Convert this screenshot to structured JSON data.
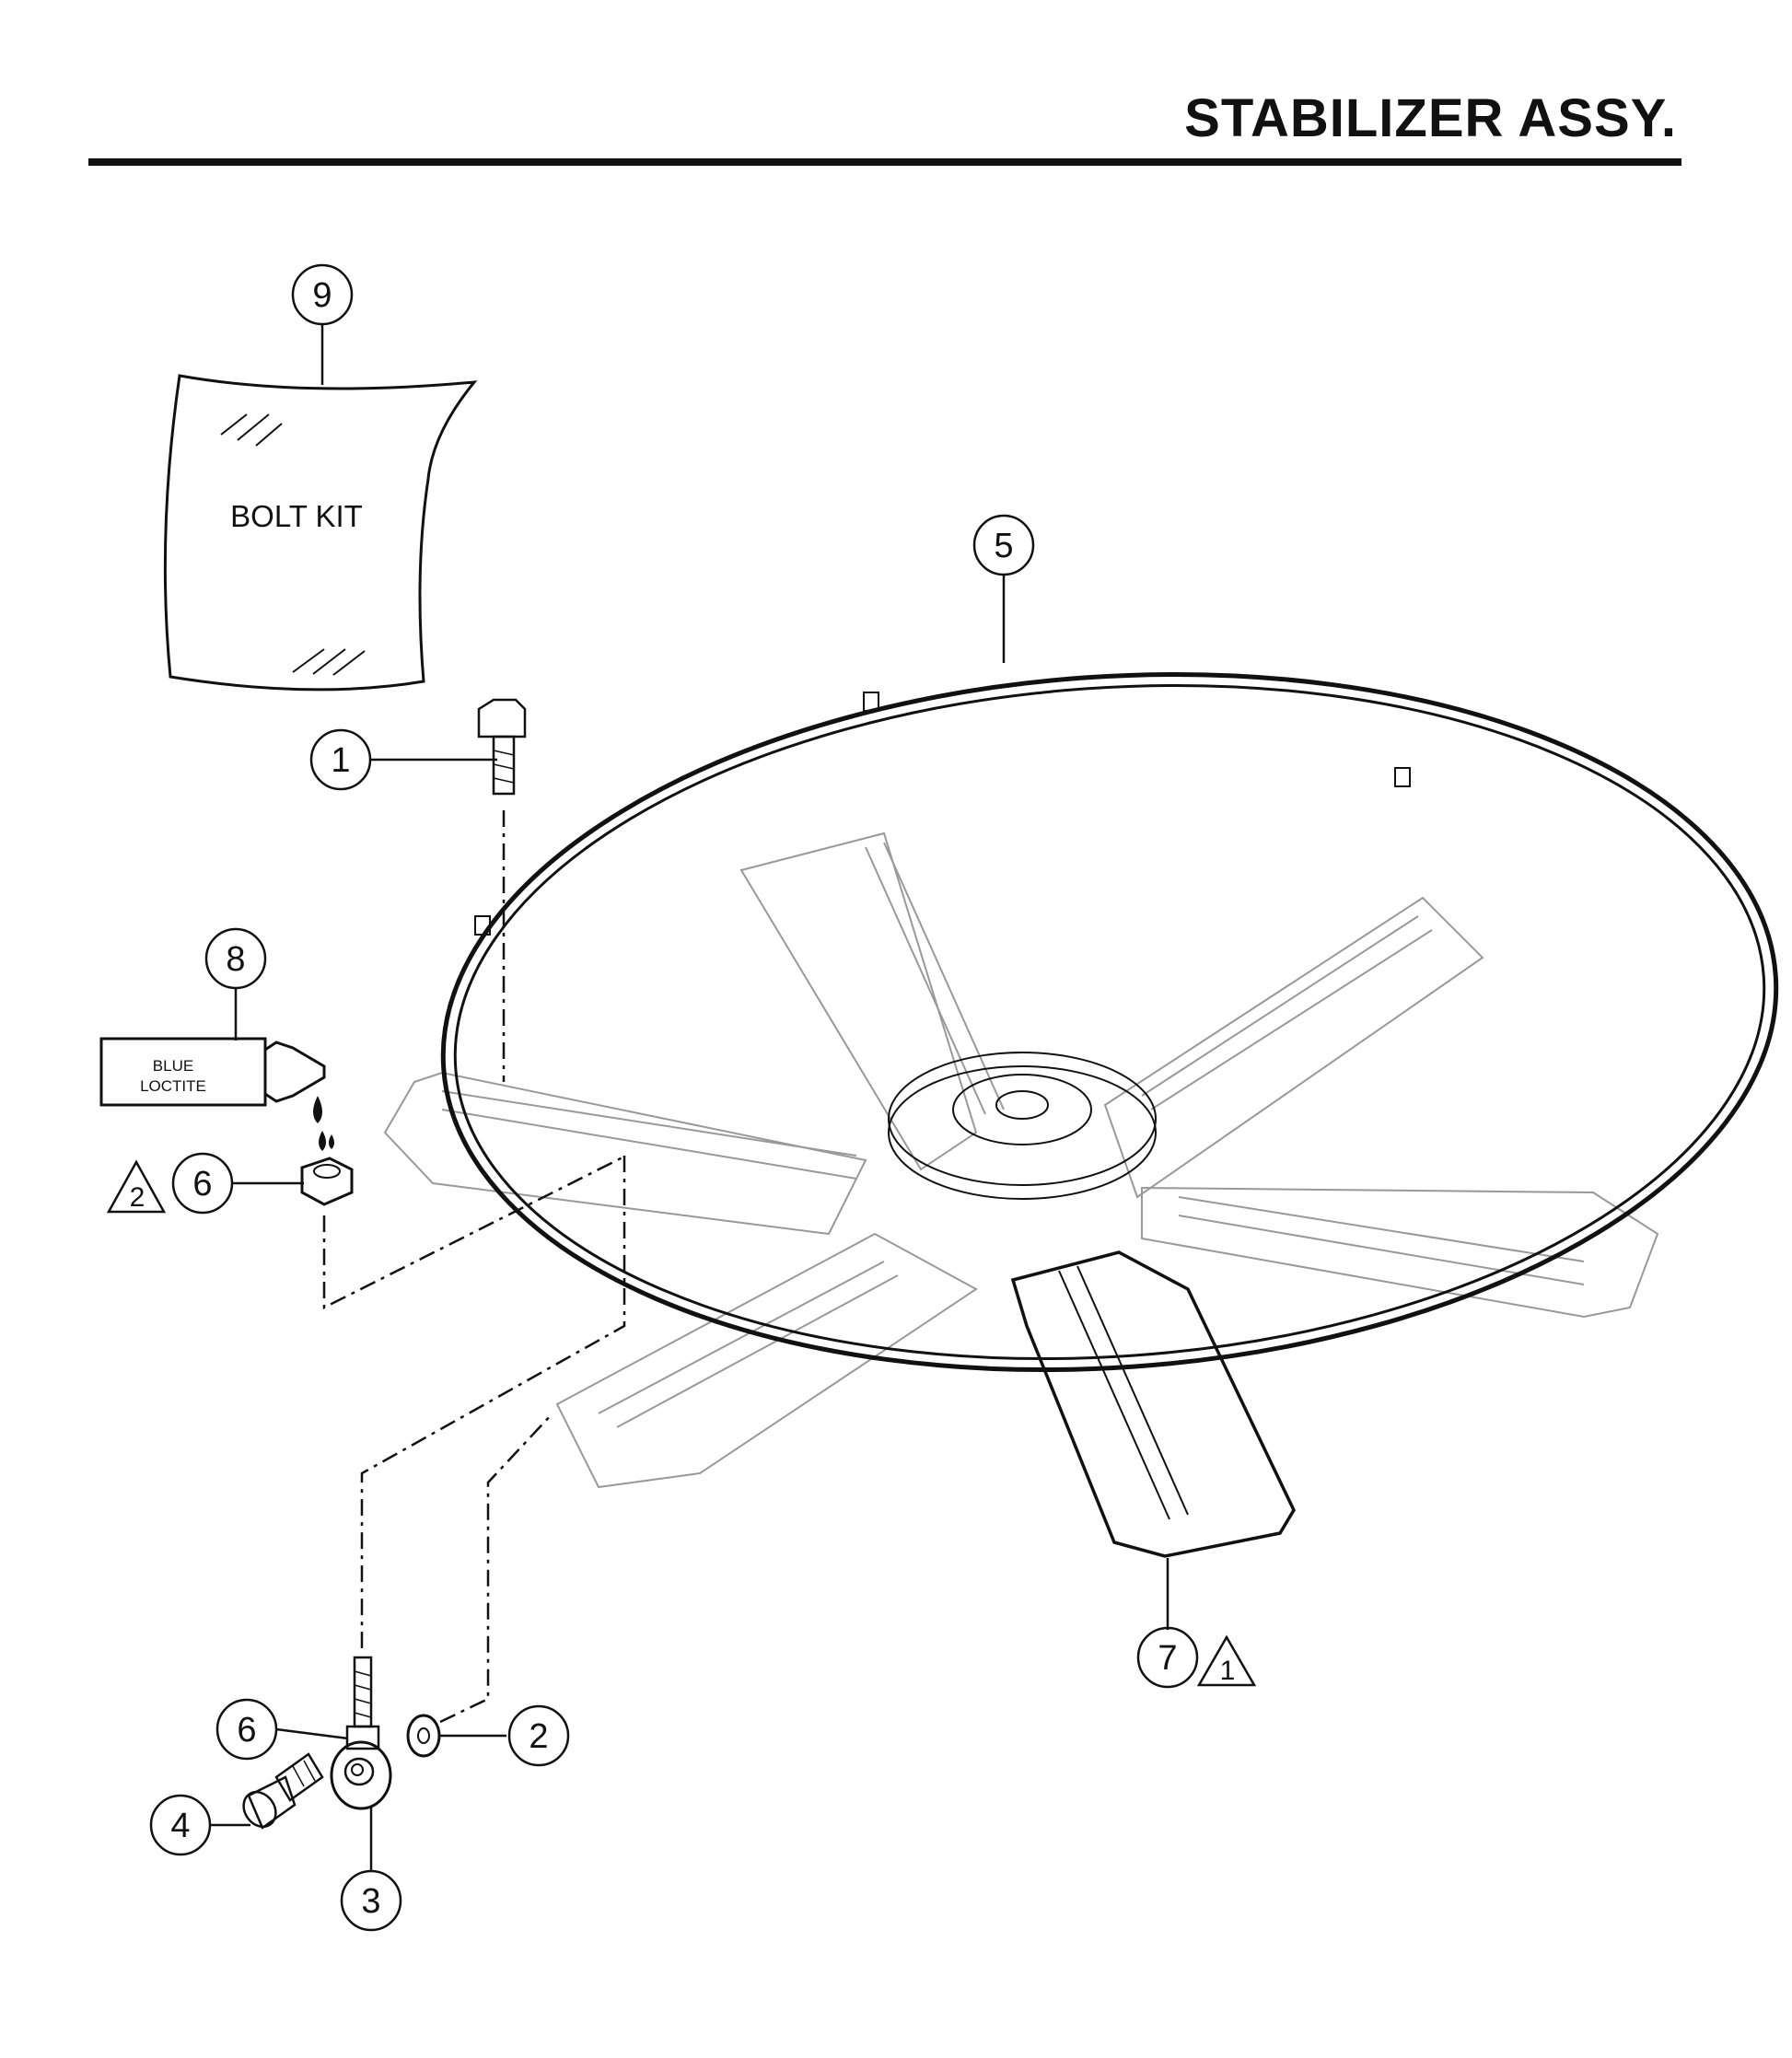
{
  "title": "STABILIZER ASSY.",
  "parts": {
    "bolt_kit_label": "BOLT KIT",
    "loctite_label_line1": "BLUE",
    "loctite_label_line2": "LOCTITE"
  },
  "callouts": [
    {
      "id": "c9",
      "number": "9"
    },
    {
      "id": "c5",
      "number": "5"
    },
    {
      "id": "c1",
      "number": "1"
    },
    {
      "id": "c8",
      "number": "8"
    },
    {
      "id": "c6a",
      "number": "6"
    },
    {
      "id": "c7",
      "number": "7"
    },
    {
      "id": "c6b",
      "number": "6"
    },
    {
      "id": "c2",
      "number": "2"
    },
    {
      "id": "c4",
      "number": "4"
    },
    {
      "id": "c3",
      "number": "3"
    }
  ],
  "warnings": [
    {
      "id": "w2",
      "number": "2"
    },
    {
      "id": "w1",
      "number": "1"
    }
  ]
}
